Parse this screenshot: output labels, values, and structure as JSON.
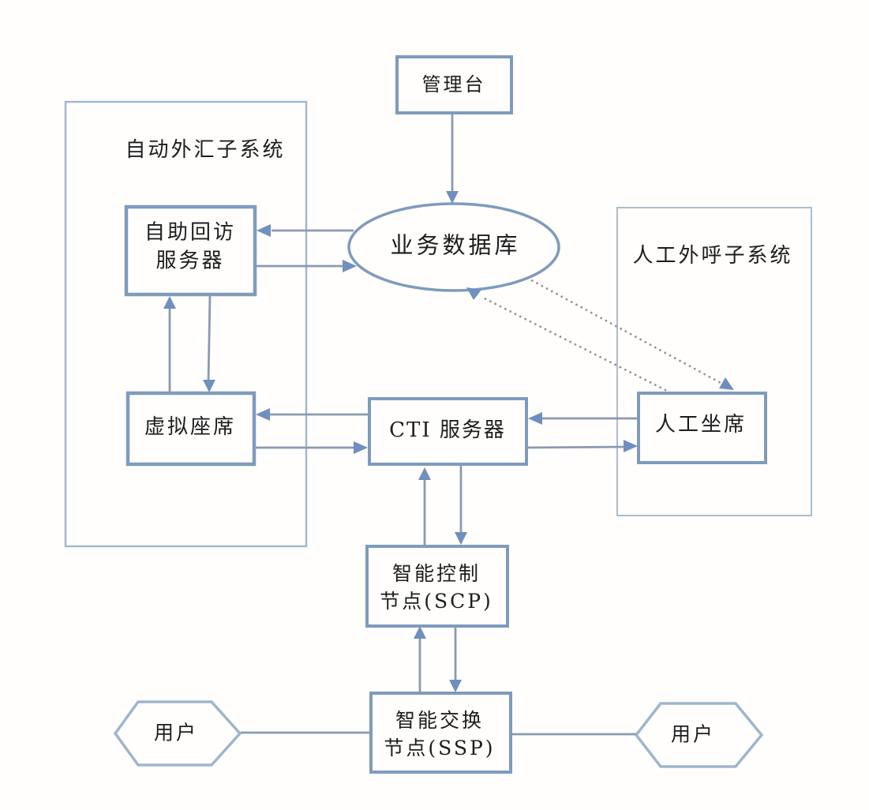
{
  "diagram": {
    "console": {
      "label": "管理台"
    },
    "auto_subsystem": {
      "title": "自动外汇子系统",
      "callback_server": {
        "line1": "自助回访",
        "line2": "服务器"
      },
      "virtual_agent": {
        "label": "虚拟座席"
      }
    },
    "business_db": {
      "label": "业务数据库"
    },
    "manual_subsystem": {
      "title": "人工外呼子系统",
      "manual_agent": {
        "label": "人工坐席"
      }
    },
    "cti_server": {
      "label": "CTI 服务器"
    },
    "scp": {
      "line1": "智能控制",
      "line2": "节点(SCP)"
    },
    "ssp": {
      "line1": "智能交换",
      "line2": "节点(SSP)"
    },
    "user_left": {
      "label": "用户"
    },
    "user_right": {
      "label": "用户"
    },
    "colors": {
      "node_border": "#7e9bbd",
      "container_border": "#a3b8cf",
      "hexagon_border": "#9fb5cb",
      "connector": "#8a9ab0",
      "arrowhead": "#6e8fbf",
      "dotted_line": "#98948c",
      "text": "#1d1d1d",
      "background": "#fffefc"
    }
  }
}
